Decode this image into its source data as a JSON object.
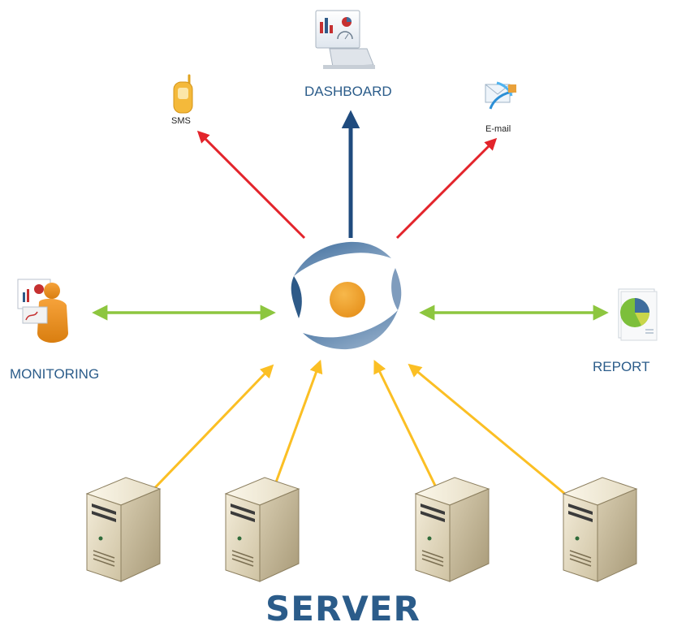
{
  "labels": {
    "dashboard": "DASHBOARD",
    "sms": "SMS",
    "email": "E-mail",
    "monitoring": "MONITORING",
    "report": "REPORT",
    "server": "SERVER"
  },
  "colors": {
    "alert_arrow": "#e3242b",
    "dashboard_arrow": "#1f4b7e",
    "bidirectional_arrow": "#8dc63f",
    "server_arrow": "#fbbf24",
    "label_text": "#2b5c8a",
    "hub_orange": "#f0a22e",
    "hub_blue": "#2e5a88"
  },
  "icons": {
    "dashboard": "monitor-dashboard-icon",
    "sms": "mobile-phone-icon",
    "email": "email-icon",
    "monitoring": "person-monitoring-icon",
    "report": "report-document-icon",
    "hub": "eye-logo-icon",
    "server": "server-tower-icon"
  }
}
